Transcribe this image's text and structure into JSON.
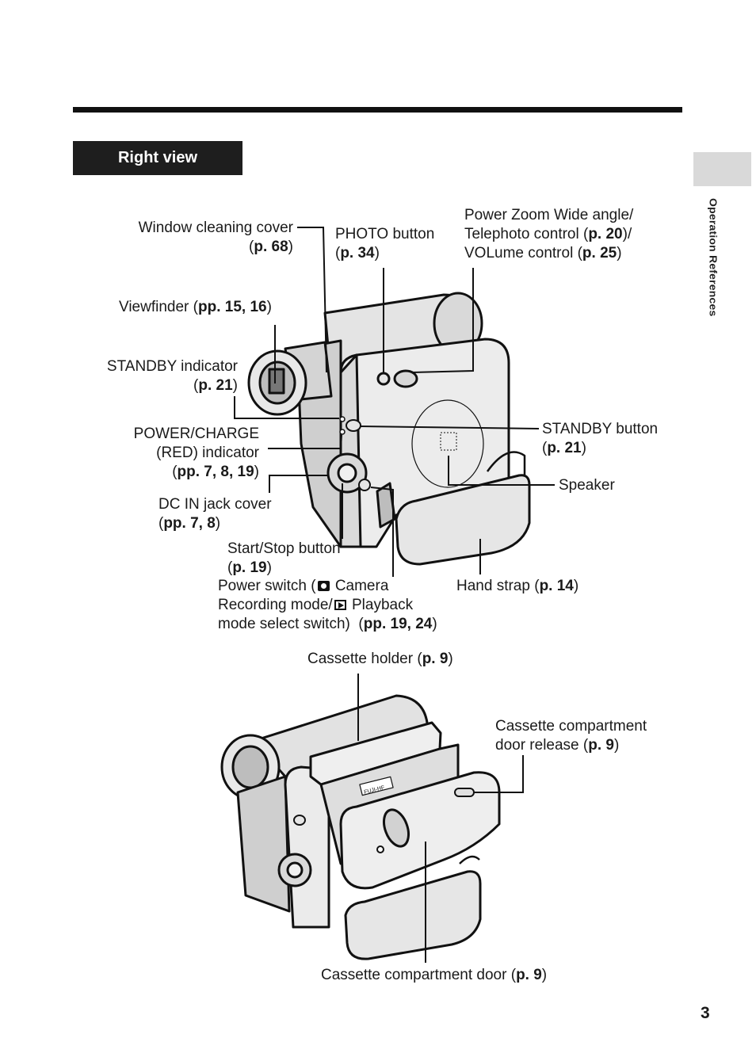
{
  "section_title": "Right view",
  "side_tab_label": "Operation References",
  "page_number": "3",
  "labels": {
    "window_cleaning_cover": {
      "name": "Window cleaning cover",
      "ref": "p. 68"
    },
    "photo_button": {
      "name": "PHOTO button",
      "ref": "p. 34"
    },
    "zoom_volume": {
      "line1": "Power Zoom Wide angle/",
      "line2_prefix": "Telephoto control (",
      "ref1": "p. 20",
      "line2_suffix": ")/",
      "line3_prefix": "VOLume control (",
      "ref2": "p. 25"
    },
    "viewfinder": {
      "name": "Viewfinder",
      "ref": "pp. 15, 16"
    },
    "standby_indicator": {
      "name": "STANDBY indicator",
      "ref": "p. 21"
    },
    "power_charge": {
      "line1": "POWER/CHARGE",
      "line2": "(RED) indicator",
      "ref": "pp. 7, 8, 19"
    },
    "dc_in": {
      "name": "DC IN jack cover",
      "ref": "pp. 7, 8"
    },
    "start_stop": {
      "name": "Start/Stop button",
      "ref": "p. 19"
    },
    "power_switch": {
      "prefix": "Power switch (",
      "camera": "Camera",
      "line2": "Recording mode/",
      "playback": "Playback",
      "line3": "mode select switch)",
      "ref": "pp. 19, 24"
    },
    "standby_button": {
      "name": "STANDBY button",
      "ref": "p. 21"
    },
    "speaker": {
      "name": "Speaker"
    },
    "hand_strap": {
      "name": "Hand strap",
      "ref": "p. 14"
    },
    "cassette_holder": {
      "name": "Cassette holder",
      "ref": "p. 9"
    },
    "door_release": {
      "line1": "Cassette compartment",
      "line2": "door release",
      "ref": "p. 9"
    },
    "compartment_door": {
      "name": "Cassette compartment door",
      "ref": "p. 9"
    }
  },
  "icons": {
    "camera_mode": "camera-icon",
    "playback_mode": "playback-icon"
  },
  "device_lettering": {
    "cassette_holder_plate": "FUJI-HF"
  }
}
